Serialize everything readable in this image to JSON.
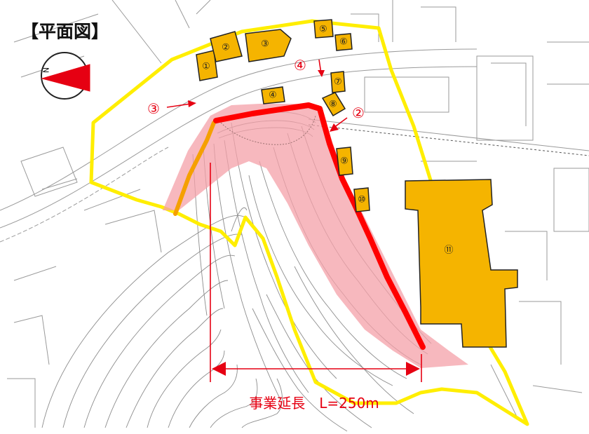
{
  "title": "【平面図】",
  "compass": {
    "icon": "north-arrow-icon",
    "letter": "N"
  },
  "colors": {
    "boundary": "#ffee00",
    "slope_area": "#f4a0a8",
    "wall": "#ff0000",
    "building": "#f5b400",
    "annotation": "#e60012",
    "contour": "#888888"
  },
  "buildings": [
    {
      "label": "①"
    },
    {
      "label": "②"
    },
    {
      "label": "③"
    },
    {
      "label": "④"
    },
    {
      "label": "⑤"
    },
    {
      "label": "⑥"
    },
    {
      "label": "⑦"
    },
    {
      "label": "⑧"
    },
    {
      "label": "⑨"
    },
    {
      "label": "⑩"
    },
    {
      "label": "⑪"
    }
  ],
  "viewpoints": [
    {
      "label": "②"
    },
    {
      "label": "③"
    },
    {
      "label": "④"
    }
  ],
  "dimension": {
    "text": "事業延長　L=250m"
  }
}
